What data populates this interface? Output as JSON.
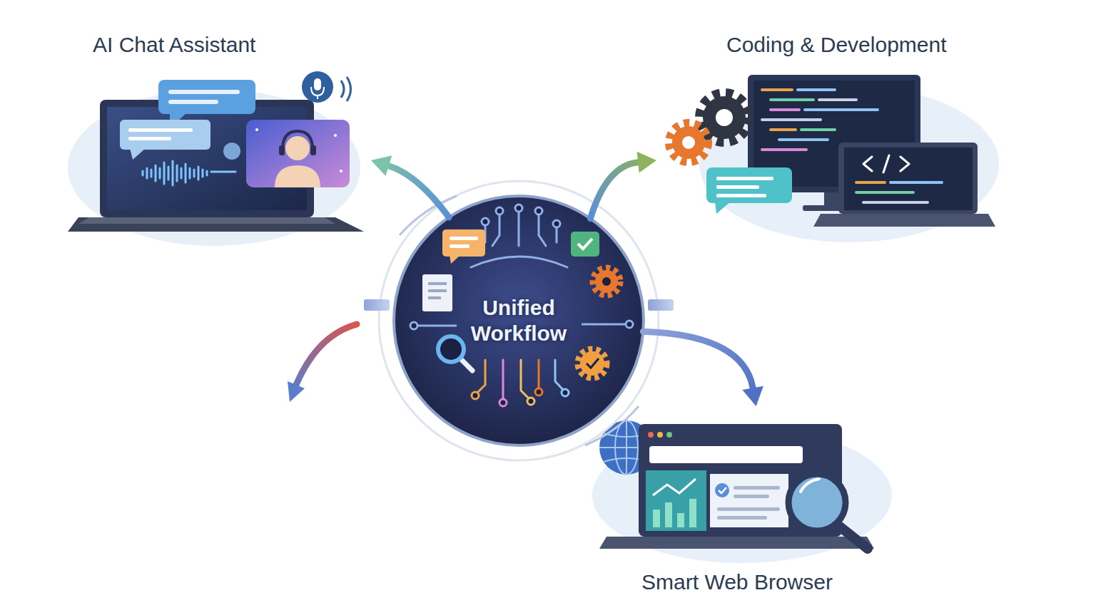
{
  "diagram": {
    "nodes": [
      {
        "text": [
          "AI Chat Assistant"
        ]
      },
      {
        "text": [
          "Coding & Development"
        ]
      },
      {
        "text": [
          "Unified Workflow"
        ]
      },
      {
        "text": [
          "Smart Web Browser"
        ]
      }
    ],
    "edges": [
      {
        "from": 2,
        "to": 0,
        "arrow": "to"
      },
      {
        "from": 2,
        "to": 1,
        "arrow": "to"
      },
      {
        "from": 2,
        "to": 3,
        "arrow": "to"
      }
    ]
  }
}
